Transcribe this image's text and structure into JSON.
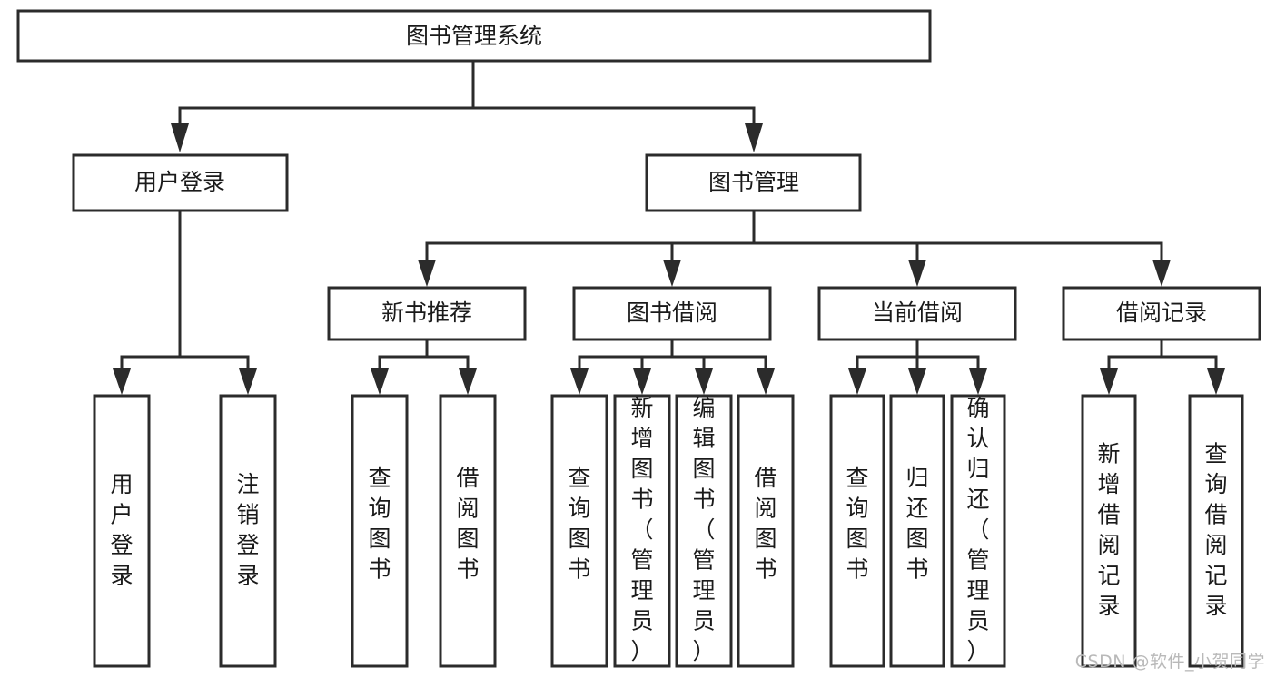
{
  "diagram": {
    "type": "tree-hierarchy",
    "title": "图书管理系统",
    "orientation": "top-down",
    "colors": {
      "box_stroke": "#2b2b2b",
      "box_fill": "#ffffff",
      "text": "#1a1a1a",
      "background": "#ffffff",
      "watermark": "#b9b9b9"
    },
    "root": {
      "id": "root",
      "label": "图书管理系统"
    },
    "level2": [
      {
        "id": "user-login",
        "label": "用户登录"
      },
      {
        "id": "book-manage",
        "label": "图书管理"
      }
    ],
    "level3": [
      {
        "id": "new-book-recommend",
        "label": "新书推荐",
        "parent": "book-manage"
      },
      {
        "id": "book-borrow",
        "label": "图书借阅",
        "parent": "book-manage"
      },
      {
        "id": "current-borrow",
        "label": "当前借阅",
        "parent": "book-manage"
      },
      {
        "id": "borrow-record",
        "label": "借阅记录",
        "parent": "book-manage"
      }
    ],
    "leaves": [
      {
        "id": "leaf-user-login",
        "label": "用户登录",
        "parent": "user-login"
      },
      {
        "id": "leaf-logout-login",
        "label": "注销登录",
        "parent": "user-login"
      },
      {
        "id": "leaf-query-book-1",
        "label": "查询图书",
        "parent": "new-book-recommend"
      },
      {
        "id": "leaf-borrow-book-1",
        "label": "借阅图书",
        "parent": "new-book-recommend"
      },
      {
        "id": "leaf-query-book-2",
        "label": "查询图书",
        "parent": "book-borrow"
      },
      {
        "id": "leaf-add-book",
        "label": "新增图书（管理员）",
        "parent": "book-borrow"
      },
      {
        "id": "leaf-edit-book",
        "label": "编辑图书（管理员）",
        "parent": "book-borrow"
      },
      {
        "id": "leaf-borrow-book-2",
        "label": "借阅图书",
        "parent": "book-borrow"
      },
      {
        "id": "leaf-query-book-3",
        "label": "查询图书",
        "parent": "current-borrow"
      },
      {
        "id": "leaf-return-book",
        "label": "归还图书",
        "parent": "current-borrow"
      },
      {
        "id": "leaf-confirm-return",
        "label": "确认归还（管理员）",
        "parent": "current-borrow"
      },
      {
        "id": "leaf-add-record",
        "label": "新增借阅记录",
        "parent": "borrow-record"
      },
      {
        "id": "leaf-query-record",
        "label": "查询借阅记录",
        "parent": "borrow-record"
      }
    ]
  },
  "watermark": {
    "text": "CSDN @软件_小贺同学"
  }
}
